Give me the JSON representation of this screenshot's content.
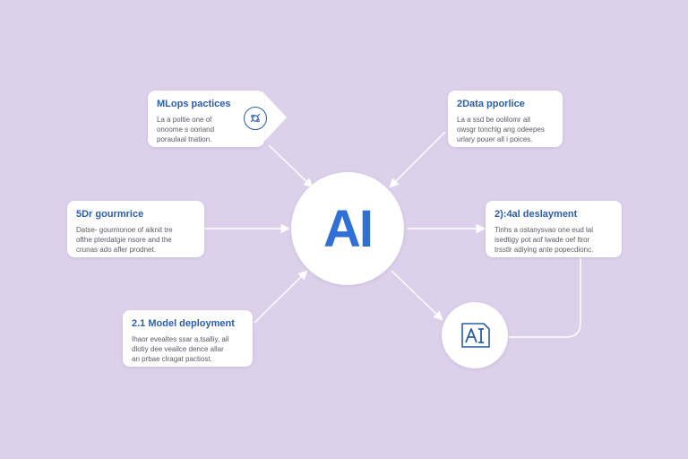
{
  "hub": {
    "label": "AI"
  },
  "cards": [
    {
      "title": "MLops pactices",
      "lines": [
        "La a poltie one of",
        "onoome  s ooriand",
        "poraulaal tnation."
      ]
    },
    {
      "title": "2Data pporlice",
      "lines": [
        "La a ssd be oolilomr ait",
        "owsgr tonchlg ang odeepes",
        "urlary pouer all i poices."
      ]
    },
    {
      "title": "5Dr gourmrice",
      "lines": [
        "Datse- gourmonoe of aiknit tre",
        "ofthe pterdatgie nsore and the",
        "crunas ado afler prodnet."
      ]
    },
    {
      "title": "2):4al deslayment",
      "lines": [
        "Tinhs a ostanysvao one eud lal",
        "isedtigy pot aof lwade oef ltror",
        "trsstlr adiying ante popecdionc."
      ]
    },
    {
      "title": "2.1 Model deployment",
      "lines": [
        "Ihaor evealtes ssar a.tsalliy, ail",
        "dlotiy dee veailce dence allar",
        "an prbae clragat pactiost."
      ]
    }
  ],
  "colors": {
    "background": "#dcd0ea",
    "card": "#ffffff",
    "accent": "#2f6fd6",
    "title": "#2a5ea8",
    "connector": "#ffffff"
  },
  "icons": {
    "card_icon": "gear-people-icon",
    "badge_icon": "ai-chip-icon"
  }
}
